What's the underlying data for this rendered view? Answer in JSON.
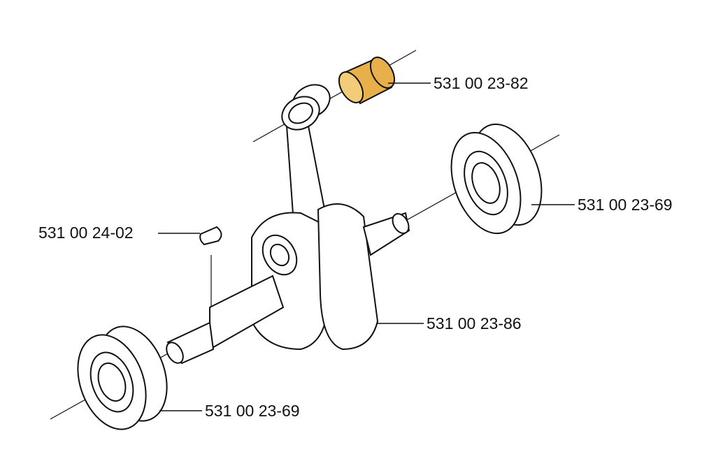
{
  "diagram": {
    "title": "Crankshaft assembly exploded view",
    "parts": [
      {
        "id": "needle-bearing",
        "number": "531 00 23-82"
      },
      {
        "id": "ball-bearing-right",
        "number": "531 00 23-69"
      },
      {
        "id": "woodruff-key",
        "number": "531 00 24-02"
      },
      {
        "id": "crankshaft",
        "number": "531 00 23-86"
      },
      {
        "id": "ball-bearing-left",
        "number": "531 00 23-69"
      }
    ],
    "colors": {
      "needle_bearing": "#e8b04a",
      "line": "#111111"
    }
  }
}
